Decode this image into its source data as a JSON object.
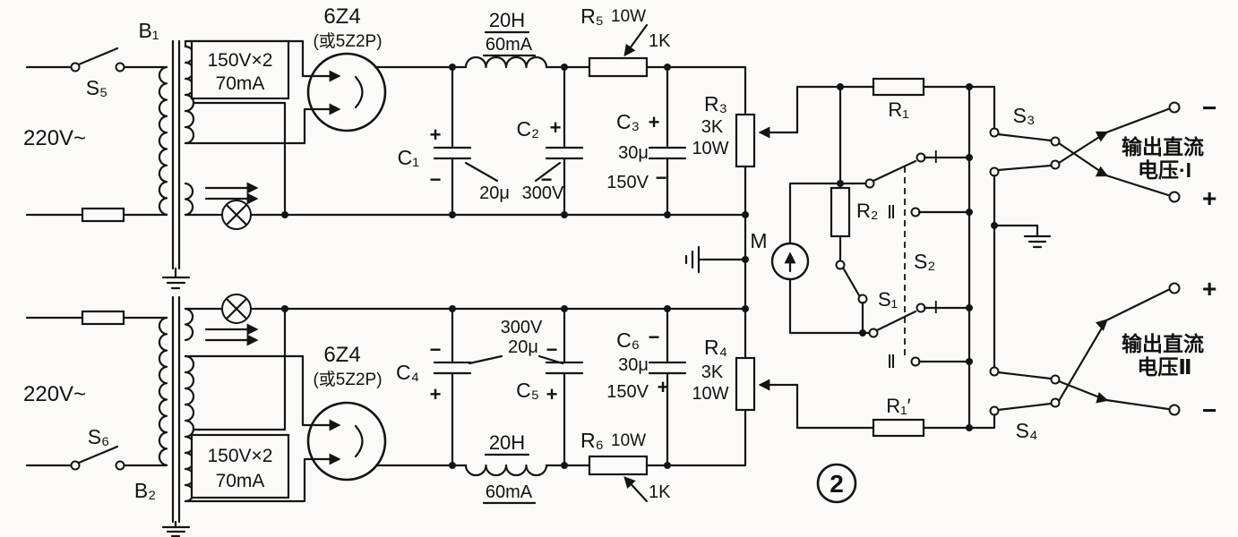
{
  "figure": {
    "number": "2"
  },
  "left": {
    "mains_top": "220V~",
    "mains_bottom": "220V~",
    "s5": "S₅",
    "s6": "S₆",
    "b1": "B₁",
    "b2": "B₂"
  },
  "transformer_top": {
    "secondary": "150V×2",
    "current": "70mA"
  },
  "transformer_bottom": {
    "secondary": "150V×2",
    "current": "70mA"
  },
  "tube_top": {
    "type": "6Z4",
    "alt": "(或5Z2P)"
  },
  "tube_bottom": {
    "type": "6Z4",
    "alt": "(或5Z2P)"
  },
  "choke_top": {
    "inductance": "20H",
    "current": "60mA"
  },
  "choke_bottom": {
    "inductance": "20H",
    "current": "60mA"
  },
  "r5": {
    "name": "R₅",
    "power": "10W",
    "value": "1K"
  },
  "r6": {
    "name": "R₆",
    "power": "10W",
    "value": "1K"
  },
  "c1": {
    "name": "C₁",
    "plus": "+",
    "minus": "−"
  },
  "c2": {
    "name": "C₂",
    "plus": "+",
    "minus": "−"
  },
  "c12": {
    "value": "20μ",
    "voltage": "300V"
  },
  "c3": {
    "name": "C₃",
    "plus": "+",
    "value": "30μ",
    "voltage": "150V",
    "minus": "−"
  },
  "c4": {
    "name": "C₄",
    "minus": "−",
    "plus": "+"
  },
  "c45": {
    "voltage": "300V",
    "value": "20μ"
  },
  "c5": {
    "name": "C₅",
    "minus": "−",
    "plus": "+"
  },
  "c6": {
    "name": "C₆",
    "minus": "−",
    "value": "30μ",
    "voltage": "150V",
    "plus": "+"
  },
  "r3": {
    "name": "R₃",
    "value": "3K",
    "power": "10W"
  },
  "r4": {
    "name": "R₄",
    "value": "3K",
    "power": "10W"
  },
  "meter": {
    "name": "M"
  },
  "r2": {
    "name": "R₂"
  },
  "s1": {
    "name": "S₁"
  },
  "s2": {
    "name": "S₂",
    "pos1": "I",
    "pos2": "Ⅱ"
  },
  "r1": {
    "name": "R₁"
  },
  "r1p": {
    "name": "R₁′"
  },
  "s3": {
    "name": "S₃"
  },
  "s4": {
    "name": "S₄"
  },
  "output1": {
    "line1": "输出直流",
    "line2": "电压·I",
    "top": "−",
    "bottom": "+"
  },
  "output2": {
    "line1": "输出直流",
    "line2": "电压Ⅱ",
    "top": "+",
    "bottom": "−"
  }
}
